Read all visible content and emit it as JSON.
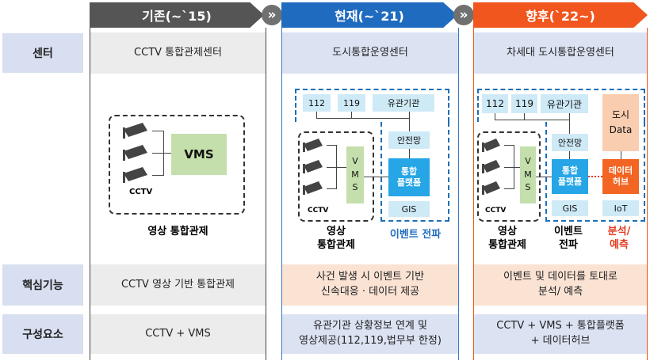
{
  "columns": {
    "past": {
      "header": "기존(~`15)",
      "center": "CCTV 통합관제센터",
      "function": "CCTV 영상 기반 통합관제",
      "components": "CCTV + VMS"
    },
    "present": {
      "header": "현재(~`21)",
      "center": "도시통합운영센터",
      "function_line1": "사건 발생 시 이벤트 기반",
      "function_line2": "신속대응 · 데이터 제공",
      "components_line1": "유관기관 상황정보 연계 및",
      "components_line2": "영상제공(112,119,법무부 한정)"
    },
    "future": {
      "header": "향후(`22~)",
      "center": "차세대 도시통합운영센터",
      "function_line1": "이벤트 및 데이터를 토대로",
      "function_line2": "분석/ 예측",
      "components_line1": "CCTV + VMS + 통합플랫폼",
      "components_line2": "+ 데이터허브"
    }
  },
  "row_labels": {
    "center": "센터",
    "function": "핵심기능",
    "components": "구성요소"
  },
  "diagram": {
    "cctv": "CCTV",
    "vms": "VMS",
    "vms_vertical": [
      "V",
      "M",
      "S"
    ],
    "b112": "112",
    "b119": "119",
    "agency": "유관기관",
    "safety_net": "안전망",
    "platform_line1": "통합",
    "platform_line2": "플랫폼",
    "gis": "GIS",
    "city_data_line1": "도시",
    "city_data_line2": "Data",
    "data_hub_line1": "데이터",
    "data_hub_line2": "허브",
    "iot": "IoT",
    "video_control_line1": "영상",
    "video_control_line2": "통합관제",
    "video_control_single": "영상 통합관제",
    "event_propagation": "이벤트 전파",
    "event_line1": "이벤트",
    "event_line2": "전파",
    "analysis_line1": "분석/",
    "analysis_line2": "예측"
  },
  "colors": {
    "past_header": "#555555",
    "present_header": "#1f6bbf",
    "future_header": "#f0561e",
    "row_label_bg": "#d7dff0",
    "peach_row": "#fbe3d4",
    "blue_row": "#dbe3f3"
  }
}
